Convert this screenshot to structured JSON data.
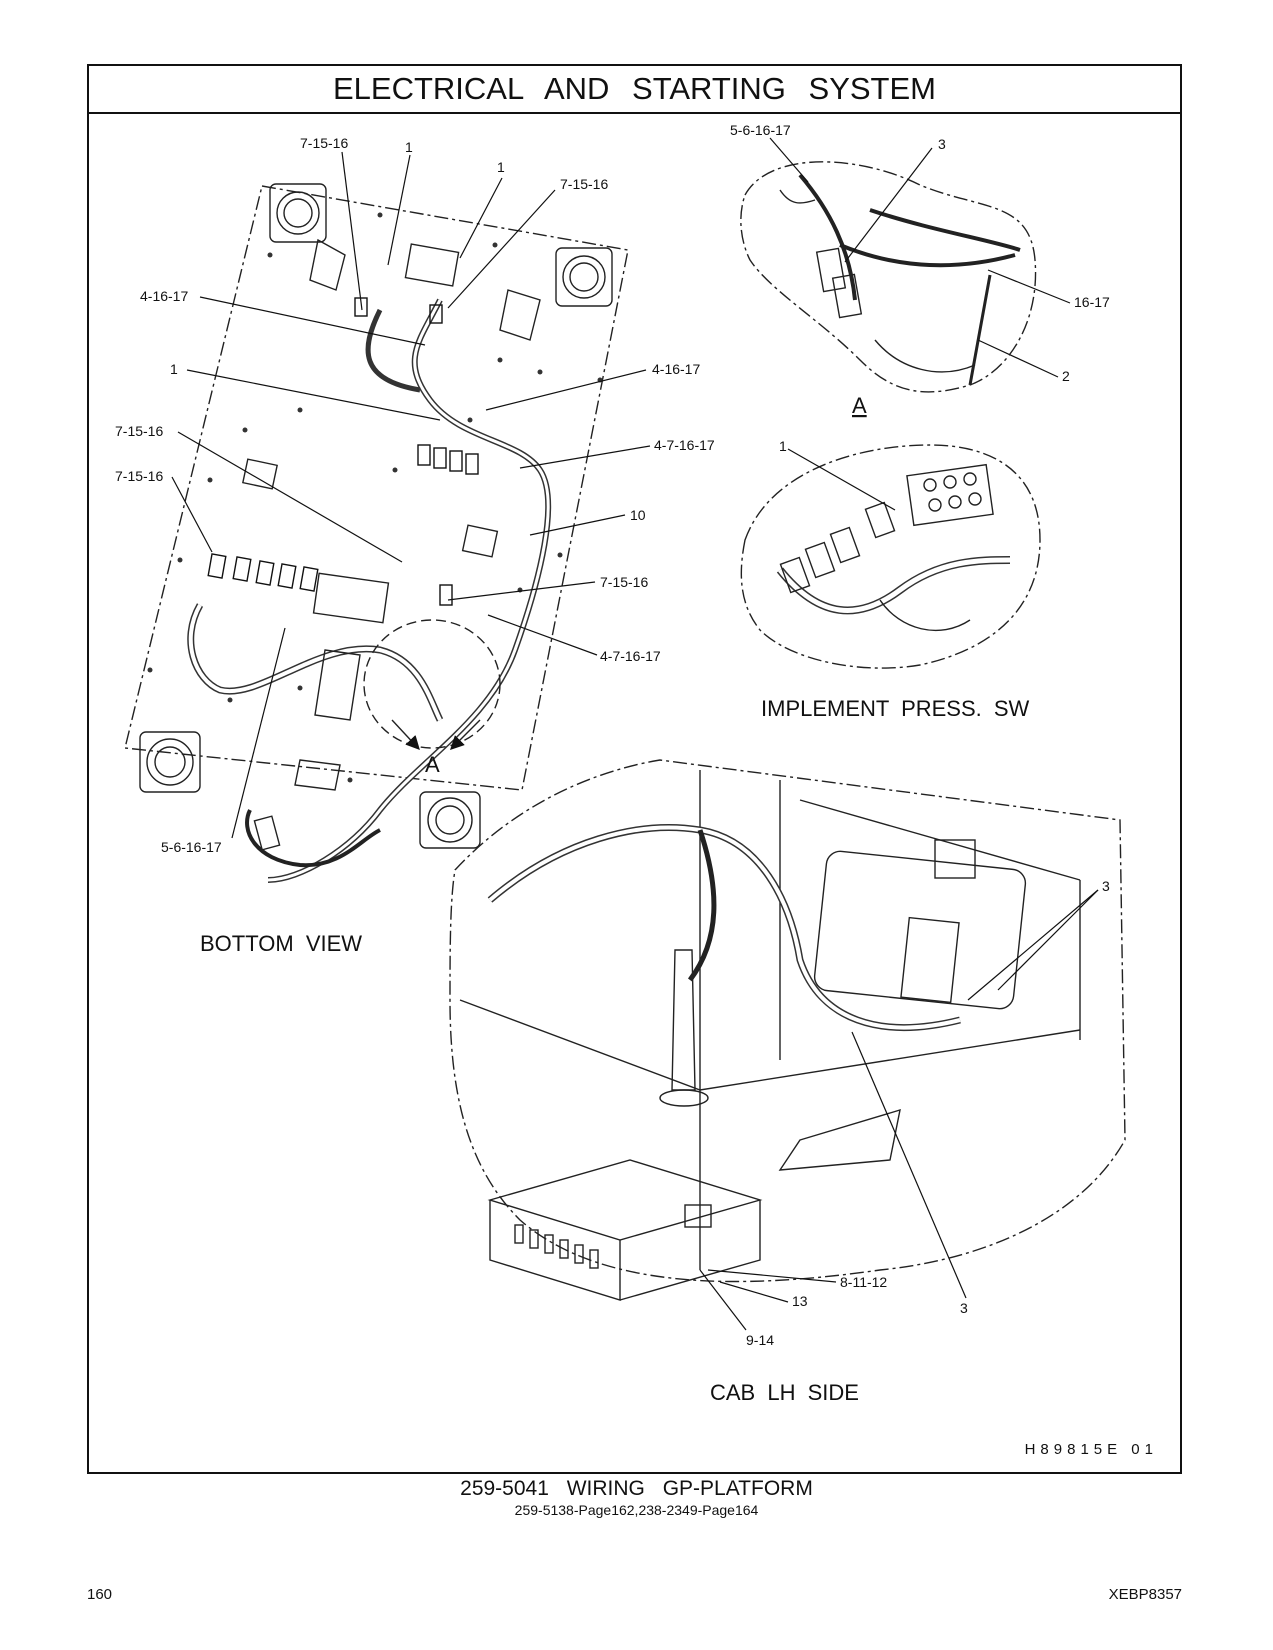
{
  "header": {
    "title": "ELECTRICAL AND STARTING SYSTEM"
  },
  "views": {
    "bottom_view": "BOTTOM VIEW",
    "detail_a_marker": "A",
    "detail_a_title": "A",
    "implement_press": "IMPLEMENT PRESS. SW",
    "cab_lh_side": "CAB LH SIDE"
  },
  "callouts": {
    "bottom": [
      "7-15-16",
      "1",
      "1",
      "7-15-16",
      "4-16-17",
      "1",
      "4-16-17",
      "7-15-16",
      "7-15-16",
      "4-7-16-17",
      "10",
      "7-15-16",
      "4-7-16-17",
      "5-6-16-17"
    ],
    "detail_a": [
      "5-6-16-17",
      "3",
      "16-17",
      "2"
    ],
    "implement": [
      "1"
    ],
    "cab": [
      "3",
      "8-11-12",
      "13",
      "9-14",
      "3"
    ]
  },
  "figure_id": "H89815E   01",
  "caption": {
    "part": "259-5041  WIRING GP-PLATFORM",
    "refs": "259-5138-Page162,238-2349-Page164"
  },
  "footer": {
    "page_number": "160",
    "doc_id": "XEBP8357"
  }
}
